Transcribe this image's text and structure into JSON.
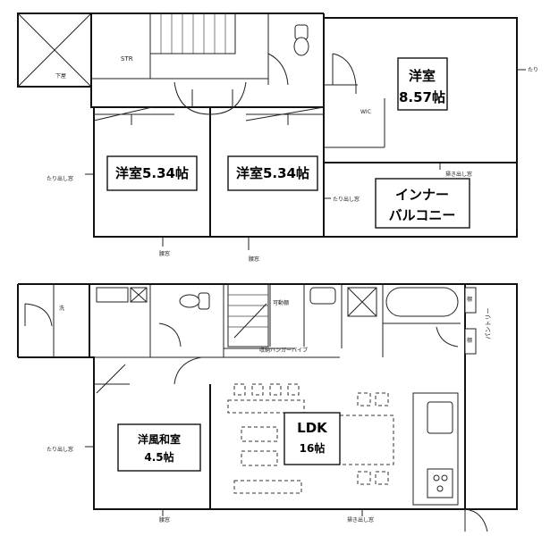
{
  "upper": {
    "storage_label": "STR",
    "roof_label": "下屋",
    "wic_label": "WIC",
    "room_a": {
      "name": "洋室",
      "size": "8.57帖"
    },
    "room_b": {
      "name": "洋室5.34帖"
    },
    "room_c": {
      "name": "洋室5.34帖"
    },
    "balcony": {
      "line1": "インナー",
      "line2": "バルコニー"
    },
    "win_left": "たり出し窓",
    "win_right": "たり",
    "win_inner": "たり出し窓",
    "win_bottom_left": "腰窓",
    "win_bottom_mid": "腰窓",
    "win_balcony": "掃き出し窓"
  },
  "lower": {
    "washroom_label": "洗",
    "movable_shelf": "可動棚",
    "hanger_pipe": "収納ハンガーパイプ",
    "pantry": "パントリー",
    "ldk": {
      "name": "LDK",
      "size": "16帖"
    },
    "japanese": {
      "name": "洋風和室",
      "size": "4.5帖"
    },
    "win_left": "たり出し窓",
    "win_bottom_left": "腰窓",
    "win_bottom_mid": "掃き出し窓",
    "cab_top": "棚",
    "cab_bottom": "棚"
  }
}
